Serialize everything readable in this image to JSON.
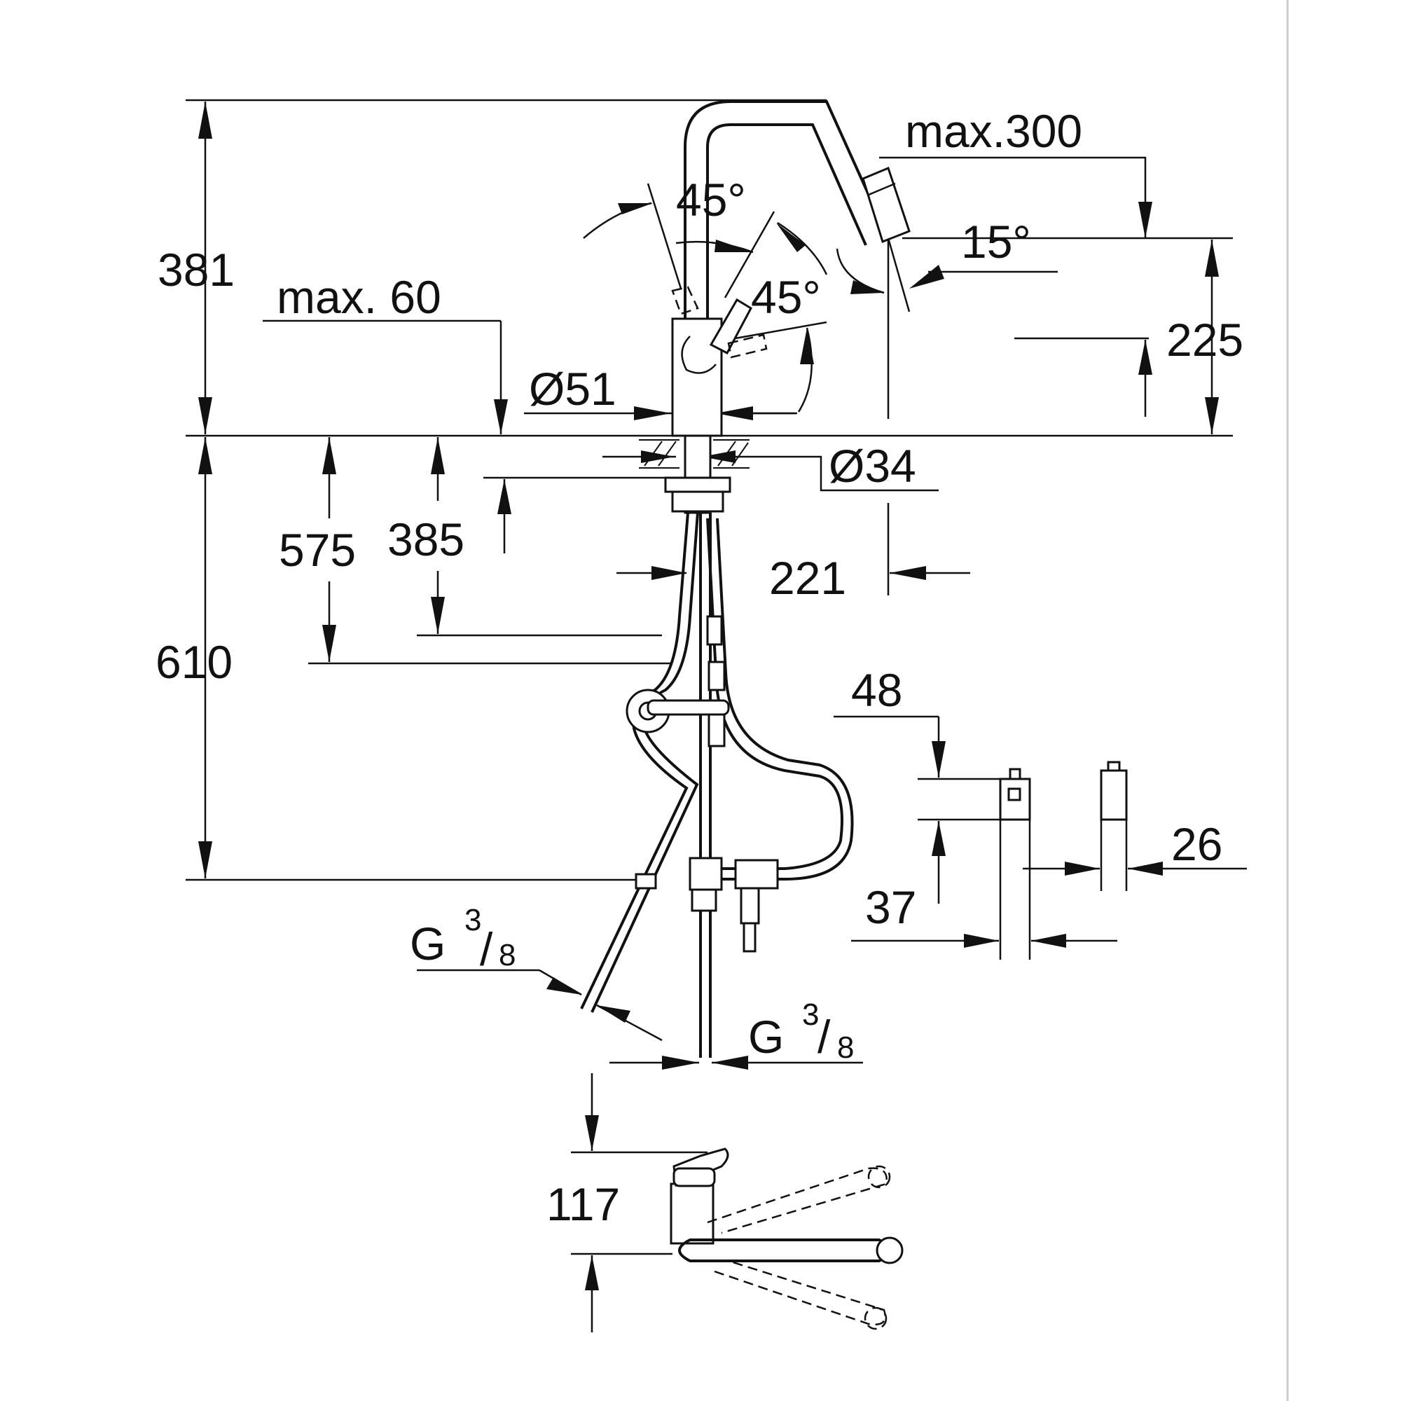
{
  "dimensions": {
    "height_above_counter": "381",
    "spout_reach": "max.300",
    "counter_thickness": "max. 60",
    "base_diameter": "Ø51",
    "mount_hole_diameter": "Ø34",
    "height_225": "225",
    "angle_upper": "45°",
    "angle_lower": "45°",
    "angle_spout": "15°",
    "depth_610": "610",
    "depth_575": "575",
    "depth_385": "385",
    "offset_221": "221",
    "dim_48": "48",
    "dim_37": "37",
    "dim_26": "26",
    "dim_117": "117"
  },
  "connections": {
    "thread_left": {
      "letter": "G",
      "num": "3",
      "den": "8"
    },
    "thread_right": {
      "letter": "G",
      "num": "3",
      "den": "8"
    }
  }
}
